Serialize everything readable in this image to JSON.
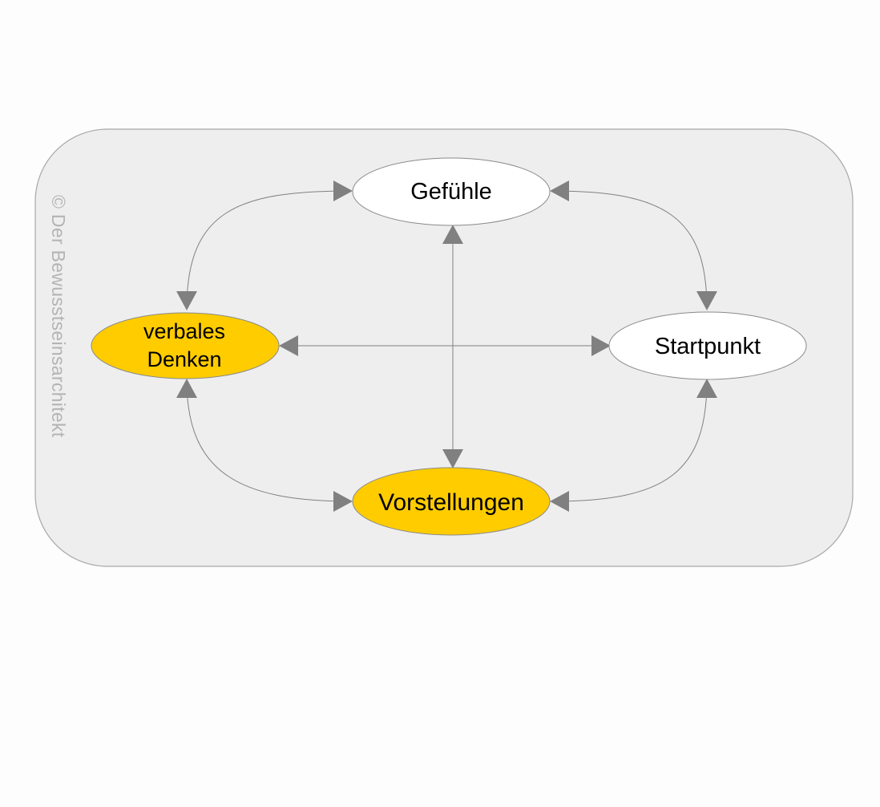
{
  "diagram": {
    "watermark": "© Der Bewusstseinsarchitekt",
    "nodes": {
      "gefuehle": {
        "label": "Gefühle"
      },
      "startpunkt": {
        "label": "Startpunkt"
      },
      "verbales_denken": {
        "line1": "verbales",
        "line2": "Denken"
      },
      "vorstellungen": {
        "label": "Vorstellungen"
      }
    }
  },
  "colors": {
    "background": "#fdfdfd",
    "panel_fill": "#eeeeee",
    "panel_border": "#a8a8a8",
    "highlight_fill": "#ffcc00",
    "node_white": "#ffffff",
    "node_border": "#8a8a8a",
    "arrow": "#808080",
    "watermark": "#b4b4b4"
  }
}
